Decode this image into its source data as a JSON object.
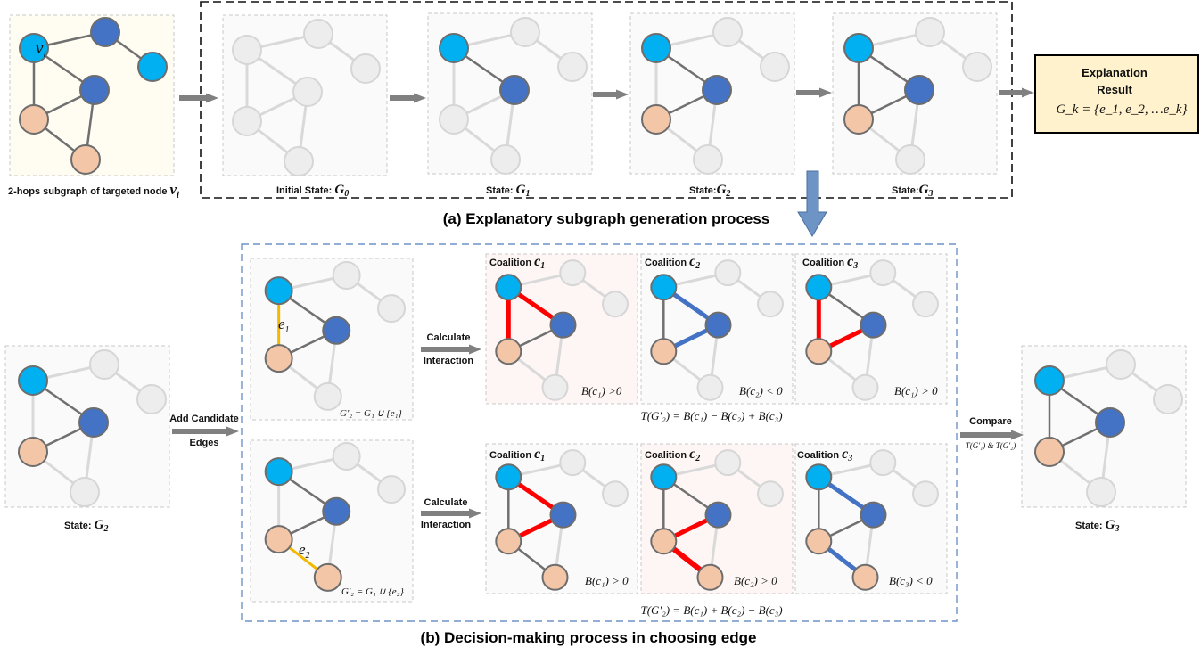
{
  "captions": {
    "part_a": "(a) Explanatory subgraph generation process",
    "part_b": "(b) Decision-making process in choosing edge"
  },
  "panel_labels": {
    "subgraph_prefix": "2-hops subgraph of targeted node ",
    "node_v": "v",
    "node_sub": "i",
    "initial_state": "Initial State: ",
    "state": "State: ",
    "state_nospace": "State:",
    "G": "G",
    "sub0": "0",
    "sub1": "1",
    "sub2": "2",
    "sub3": "3"
  },
  "result_box": {
    "title_line1": "Explanation",
    "title_line2": "Result",
    "formula": "G_k = {e_1, e_2, …e_k}"
  },
  "arrows_text": {
    "calculate": "Calculate",
    "interaction": "Interaction",
    "add_candidate": "Add Candidate",
    "edges": "Edges",
    "compare": "Compare",
    "compare_sub": "T(G'₁) & T(G'₂)"
  },
  "coalition": {
    "word": "Coalition ",
    "c": "c",
    "c1": "1",
    "c2": "2",
    "c3": "3"
  },
  "edge_labels": {
    "e1": "e",
    "e1_sub": "1",
    "e2": "e",
    "e2_sub": "2"
  },
  "formulas": {
    "top_g": "G'₂ = G₁ ∪ {e₁}",
    "bottom_g": "G'₂ = G₁ ∪ {e₂}",
    "top_T": "T(G'₂) = B(c₁) − B(c₂) + B(c₃)",
    "bottom_T": "T(G'₂) = B(c₁) + B(c₂) − B(c₃)",
    "top_b1": "B(c₁) >0",
    "top_b2": "B(c₂) < 0",
    "top_b3": "B(c₁) > 0",
    "bot_b1": "B(c₁) > 0",
    "bot_b2": "B(c₂) > 0",
    "bot_b3": "B(c₃) < 0"
  },
  "colors": {
    "node_target": "#00b0f0",
    "node_blue": "#4472c4",
    "node_peach": "#f4c6a8",
    "node_gray": "#ededed",
    "edge_dark": "#707070",
    "edge_light": "#d9d9d9",
    "edge_red": "#ff0000",
    "edge_blue": "#4472c4",
    "edge_yellow": "#f5b800",
    "arrow_gray": "#808080",
    "arrow_blue": "#6e94c6",
    "result_fill": "#fff2cc"
  }
}
